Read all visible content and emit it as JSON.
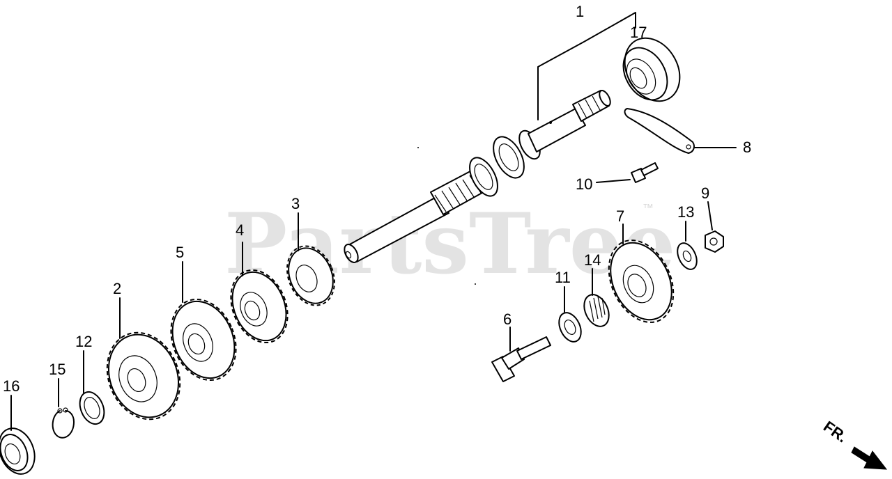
{
  "watermark": {
    "brand": "PartsTree",
    "mark": "™"
  },
  "direction": {
    "label": "FR."
  },
  "callouts": {
    "c1": "1",
    "c2": "2",
    "c3": "3",
    "c4": "4",
    "c5": "5",
    "c6": "6",
    "c7": "7",
    "c8": "8",
    "c9": "9",
    "c10": "10",
    "c11": "11",
    "c12": "12",
    "c13": "13",
    "c14": "14",
    "c15": "15",
    "c16": "16",
    "c17": "17"
  }
}
